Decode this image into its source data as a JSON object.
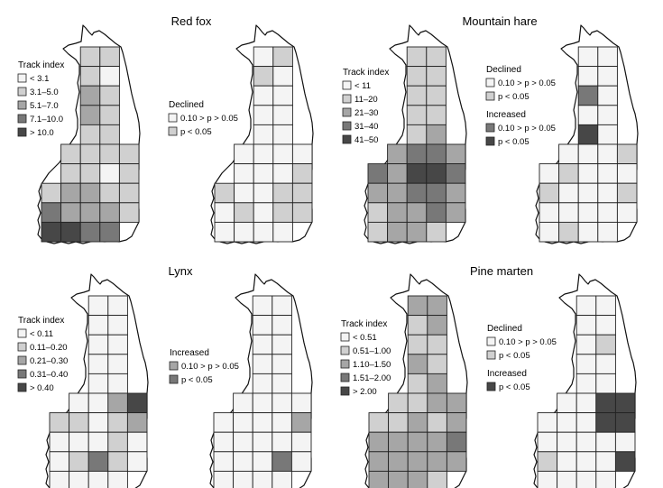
{
  "colors": {
    "level_1": "#f4f4f4",
    "level_2": "#d0d0d0",
    "level_3": "#a6a6a6",
    "level_4": "#787878",
    "level_5": "#474747",
    "outline": "#111111",
    "grid": "#222222"
  },
  "panels": [
    {
      "title": "Red fox",
      "abundance": {
        "legend_title": "Track index",
        "legend": [
          {
            "label": "< 3.1",
            "level": 1
          },
          {
            "label": "3.1–5.0",
            "level": 2
          },
          {
            "label": "5.1–7.0",
            "level": 3
          },
          {
            "label": "7.1–10.0",
            "level": 4
          },
          {
            "label": "> 10.0",
            "level": 5
          }
        ]
      },
      "trend": {
        "groups": [
          {
            "title": "Declined",
            "items": [
              {
                "label": "0.10 > p > 0.05",
                "level": 1
              },
              {
                "label": "p < 0.05",
                "level": 2
              }
            ]
          }
        ]
      }
    },
    {
      "title": "Mountain hare",
      "abundance": {
        "legend_title": "Track index",
        "legend": [
          {
            "label": "< 11",
            "level": 1
          },
          {
            "label": "11–20",
            "level": 2
          },
          {
            "label": "21–30",
            "level": 3
          },
          {
            "label": "31–40",
            "level": 4
          },
          {
            "label": "41–50",
            "level": 5
          }
        ]
      },
      "trend": {
        "groups": [
          {
            "title": "Declined",
            "items": [
              {
                "label": "0.10 > p > 0.05",
                "level": 1
              },
              {
                "label": "p < 0.05",
                "level": 2
              }
            ]
          },
          {
            "title": "Increased",
            "items": [
              {
                "label": "0.10 > p > 0.05",
                "level": 4
              },
              {
                "label": "p < 0.05",
                "level": 5
              }
            ]
          }
        ]
      }
    },
    {
      "title": "Lynx",
      "abundance": {
        "legend_title": "Track index",
        "legend": [
          {
            "label": "< 0.11",
            "level": 1
          },
          {
            "label": "0.11–0.20",
            "level": 2
          },
          {
            "label": "0.21–0.30",
            "level": 3
          },
          {
            "label": "0.31–0.40",
            "level": 4
          },
          {
            "label": "> 0.40",
            "level": 5
          }
        ]
      },
      "trend": {
        "groups": [
          {
            "title": "Increased",
            "items": [
              {
                "label": "0.10 > p > 0.05",
                "level": 3
              },
              {
                "label": "p < 0.05",
                "level": 4
              }
            ]
          }
        ]
      }
    },
    {
      "title": "Pine marten",
      "abundance": {
        "legend_title": "Track index",
        "legend": [
          {
            "label": "< 0.51",
            "level": 1
          },
          {
            "label": "0.51–1.00",
            "level": 2
          },
          {
            "label": "1.10–1.50",
            "level": 3
          },
          {
            "label": "1.51–2.00",
            "level": 4
          },
          {
            "label": "> 2.00",
            "level": 5
          }
        ]
      },
      "trend": {
        "groups": [
          {
            "title": "Declined",
            "items": [
              {
                "label": "0.10 > p > 0.05",
                "level": 1
              },
              {
                "label": "p < 0.05",
                "level": 2
              }
            ]
          },
          {
            "title": "Increased",
            "items": [
              {
                "label": "p < 0.05",
                "level": 5
              }
            ]
          }
        ]
      }
    }
  ],
  "grids": {
    "red_fox_abundance": [
      [
        0,
        0,
        2,
        2,
        0
      ],
      [
        0,
        0,
        2,
        1,
        0
      ],
      [
        0,
        0,
        3,
        2,
        0
      ],
      [
        0,
        0,
        3,
        2,
        0
      ],
      [
        0,
        0,
        2,
        2,
        0
      ],
      [
        0,
        2,
        2,
        2,
        2
      ],
      [
        0,
        2,
        2,
        1,
        2
      ],
      [
        2,
        3,
        3,
        2,
        2
      ],
      [
        4,
        3,
        3,
        3,
        2
      ],
      [
        5,
        5,
        4,
        4,
        0
      ]
    ],
    "red_fox_trend": [
      [
        0,
        0,
        1,
        2,
        0
      ],
      [
        0,
        0,
        2,
        1,
        0
      ],
      [
        0,
        0,
        1,
        1,
        0
      ],
      [
        0,
        0,
        1,
        1,
        0
      ],
      [
        0,
        0,
        1,
        1,
        0
      ],
      [
        0,
        1,
        1,
        1,
        1
      ],
      [
        0,
        1,
        1,
        1,
        2
      ],
      [
        2,
        1,
        1,
        2,
        2
      ],
      [
        1,
        2,
        1,
        2,
        2
      ],
      [
        1,
        1,
        1,
        1,
        0
      ]
    ],
    "mountain_hare_abundance": [
      [
        0,
        0,
        2,
        2,
        0
      ],
      [
        0,
        0,
        2,
        2,
        0
      ],
      [
        0,
        0,
        2,
        2,
        0
      ],
      [
        0,
        0,
        2,
        2,
        0
      ],
      [
        0,
        0,
        2,
        3,
        0
      ],
      [
        0,
        3,
        4,
        4,
        3
      ],
      [
        4,
        3,
        5,
        5,
        4
      ],
      [
        3,
        3,
        4,
        4,
        3
      ],
      [
        2,
        3,
        3,
        4,
        3
      ],
      [
        2,
        3,
        3,
        2,
        0
      ]
    ],
    "mountain_hare_trend": [
      [
        0,
        0,
        1,
        1,
        0
      ],
      [
        0,
        0,
        1,
        1,
        0
      ],
      [
        0,
        0,
        4,
        1,
        0
      ],
      [
        0,
        0,
        1,
        1,
        0
      ],
      [
        0,
        0,
        5,
        1,
        0
      ],
      [
        0,
        1,
        1,
        1,
        2
      ],
      [
        1,
        2,
        1,
        1,
        1
      ],
      [
        2,
        1,
        1,
        1,
        2
      ],
      [
        1,
        1,
        1,
        1,
        1
      ],
      [
        1,
        2,
        1,
        1,
        0
      ]
    ],
    "lynx_abundance": [
      [
        0,
        0,
        1,
        1,
        0
      ],
      [
        0,
        0,
        1,
        1,
        0
      ],
      [
        0,
        0,
        1,
        1,
        0
      ],
      [
        0,
        0,
        1,
        1,
        0
      ],
      [
        0,
        0,
        1,
        1,
        0
      ],
      [
        0,
        1,
        1,
        3,
        5
      ],
      [
        2,
        2,
        1,
        2,
        3
      ],
      [
        1,
        1,
        1,
        2,
        1
      ],
      [
        1,
        2,
        4,
        2,
        1
      ],
      [
        1,
        1,
        1,
        1,
        0
      ]
    ],
    "lynx_trend": [
      [
        0,
        0,
        1,
        1,
        0
      ],
      [
        0,
        0,
        1,
        1,
        0
      ],
      [
        0,
        0,
        1,
        1,
        0
      ],
      [
        0,
        0,
        1,
        1,
        0
      ],
      [
        0,
        0,
        1,
        1,
        0
      ],
      [
        0,
        1,
        1,
        1,
        1
      ],
      [
        1,
        1,
        1,
        1,
        3
      ],
      [
        1,
        1,
        1,
        1,
        1
      ],
      [
        1,
        1,
        1,
        4,
        1
      ],
      [
        1,
        1,
        1,
        1,
        0
      ]
    ],
    "pine_marten_abundance": [
      [
        0,
        0,
        3,
        3,
        0
      ],
      [
        0,
        0,
        2,
        3,
        0
      ],
      [
        0,
        0,
        2,
        2,
        0
      ],
      [
        0,
        0,
        3,
        2,
        0
      ],
      [
        0,
        0,
        2,
        3,
        0
      ],
      [
        0,
        2,
        2,
        3,
        3
      ],
      [
        2,
        2,
        3,
        2,
        3
      ],
      [
        3,
        3,
        3,
        3,
        4
      ],
      [
        3,
        3,
        3,
        3,
        3
      ],
      [
        3,
        3,
        3,
        2,
        0
      ]
    ],
    "pine_marten_trend": [
      [
        0,
        0,
        1,
        1,
        0
      ],
      [
        0,
        0,
        1,
        1,
        0
      ],
      [
        0,
        0,
        1,
        2,
        0
      ],
      [
        0,
        0,
        1,
        1,
        0
      ],
      [
        0,
        0,
        1,
        1,
        0
      ],
      [
        0,
        1,
        1,
        5,
        5
      ],
      [
        1,
        1,
        1,
        5,
        5
      ],
      [
        1,
        1,
        1,
        1,
        1
      ],
      [
        2,
        1,
        1,
        1,
        5
      ],
      [
        1,
        1,
        1,
        1,
        0
      ]
    ]
  }
}
